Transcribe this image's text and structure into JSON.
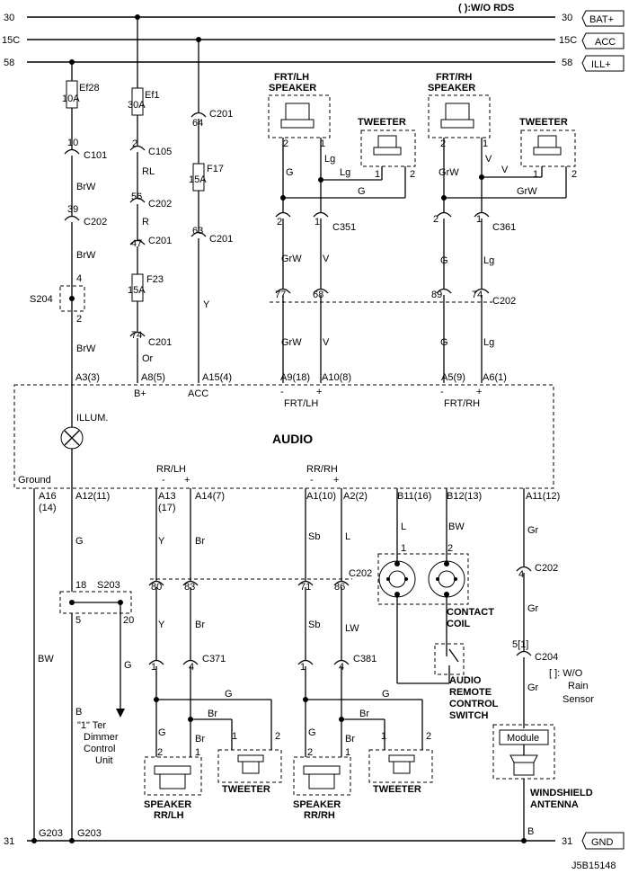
{
  "header": {
    "note": "( ):W/O RDS"
  },
  "bus": {
    "l30": "30",
    "r30": "30",
    "bat": "BAT+",
    "l15": "15C",
    "r15": "15C",
    "acc": "ACC",
    "l58": "58",
    "r58": "58",
    "ill": "ILL+",
    "l31": "31",
    "r31": "31",
    "gnd": "GND"
  },
  "fuses": {
    "ef28": "Ef28",
    "ef28a": "10A",
    "ef1": "Ef1",
    "ef1a": "30A",
    "f17": "F17",
    "f17a": "15A",
    "f23": "F23",
    "f23a": "15A"
  },
  "conn": {
    "c101": "C101",
    "c105": "C105",
    "c201": "C201",
    "c202": "C202",
    "c351": "C351",
    "c361": "C361",
    "c371": "C371",
    "c381": "C381",
    "c204": "C204",
    "s204": "S204",
    "s203": "S203",
    "g203": "G203"
  },
  "pins": {
    "p10": "10",
    "p39": "39",
    "p4": "4",
    "p2": "2",
    "p2b": "2",
    "p56": "56",
    "p47": "47",
    "p74": "74",
    "p74b": "74",
    "p64": "64",
    "p63": "63",
    "p2c": "2",
    "p1c": "1",
    "p2d": "2",
    "p1d": "1",
    "p77": "77",
    "p68": "68",
    "p89": "89",
    "p18": "18",
    "p5": "5",
    "p20": "20",
    "p80": "80",
    "p83": "83",
    "p71": "71",
    "p86": "86",
    "p1e": "1",
    "p4e": "4",
    "p1f": "1",
    "p4f": "4",
    "p4g": "4",
    "p51": "5[1]",
    "p1g": "1",
    "p2g": "2",
    "sp2a": "2",
    "sp1a": "1",
    "tw1a": "1",
    "tw2a": "2",
    "sp2b": "2",
    "sp1b": "1",
    "tw1b": "1",
    "tw2b": "2",
    "sp2c": "2",
    "sp1c": "1",
    "tw1c": "1",
    "tw2c": "2",
    "sp2d": "2",
    "sp1d": "1",
    "tw1d": "1",
    "tw2d": "2"
  },
  "wires": {
    "brw1": "BrW",
    "brw2": "BrW",
    "brw3": "BrW",
    "rl": "RL",
    "r": "R",
    "or": "Or",
    "y1": "Y",
    "g1": "G",
    "lg1": "Lg",
    "lg2": "Lg",
    "g2": "G",
    "grw1": "GrW",
    "v1": "V",
    "grw2": "GrW",
    "v2": "V",
    "grw3": "GrW",
    "v3": "V",
    "grw4": "GrW",
    "g3": "G",
    "lg3": "Lg",
    "g4": "G",
    "lg4": "Lg",
    "bw1": "BW",
    "g5": "G",
    "g6": "G",
    "b1": "B",
    "ya": "Y",
    "bra": "Br",
    "yb": "Y",
    "brb": "Br",
    "ga": "G",
    "brc": "Br",
    "gb": "G",
    "brd": "Br",
    "sba": "Sb",
    "la": "L",
    "sbb": "Sb",
    "lw": "LW",
    "gc": "G",
    "bre": "Br",
    "gd": "G",
    "brf": "Br",
    "lb": "L",
    "bw2": "BW",
    "gr1": "Gr",
    "gr2": "Gr",
    "gr3": "Gr",
    "b2": "B"
  },
  "audio": {
    "title": "AUDIO",
    "illum": "ILLUM.",
    "ground": "Ground",
    "a16": "A16",
    "a16s": "(14)",
    "a12": "A12(11)",
    "a13": "A13",
    "a13s": "(17)",
    "a14": "A14(7)",
    "a1": "A1(10)",
    "a2": "A2(2)",
    "b11": "B11(16)",
    "b12": "B12(13)",
    "a11": "A11(12)",
    "a3": "A3(3)",
    "a8": "A8(5)",
    "a15": "A15(4)",
    "a9": "A9(18)",
    "a10": "A10(8)",
    "a5": "A5(9)",
    "a6": "A6(1)",
    "bplus": "B+",
    "acc": "ACC",
    "frtlh": "FRT/LH",
    "frtrh": "FRT/RH",
    "rrlh": "RR/LH",
    "rrrh": "RR/RH",
    "minus": "-",
    "plus": "+"
  },
  "components": {
    "frtlh1": "FRT/LH",
    "frtlh2": "SPEAKER",
    "frtrh1": "FRT/RH",
    "frtrh2": "SPEAKER",
    "tweeter1": "TWEETER",
    "tweeter2": "TWEETER",
    "tweeter3": "TWEETER",
    "tweeter4": "TWEETER",
    "rrlh1": "SPEAKER",
    "rrlh2": "RR/LH",
    "rrrh1": "SPEAKER",
    "rrrh2": "RR/RH",
    "coil1": "CONTACT",
    "coil2": "COIL",
    "arc1": "AUDIO",
    "arc2": "REMOTE",
    "arc3": "CONTROL",
    "arc4": "SWITCH",
    "dim1": "\"1\" Ter",
    "dim2": "Dimmer",
    "dim3": "Control",
    "dim4": "Unit",
    "module": "Module",
    "ant1": "WINDSHIELD",
    "ant2": "ANTENNA",
    "rain1": "[  ]: W/O",
    "rain2": "Rain",
    "rain3": "Sensor"
  },
  "footer": {
    "code": "J5B15148"
  }
}
